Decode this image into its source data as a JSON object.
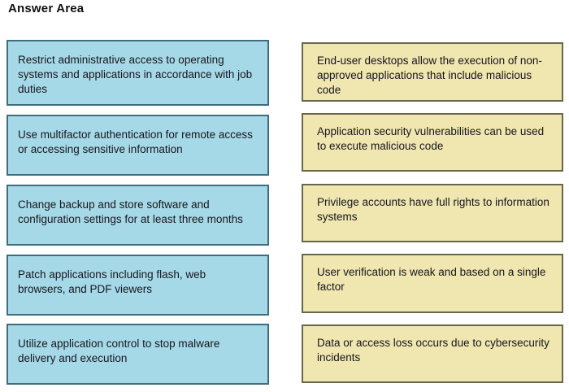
{
  "title": "Answer Area",
  "left_column": {
    "items": [
      "Restrict administrative access to operating systems and applications in accordance with job duties",
      "Use multifactor authentication for remote access or accessing sensitive information",
      "Change backup and store software and configuration settings for at least three months",
      "Patch applications including flash, web browsers, and PDF viewers",
      "Utilize application control to stop malware delivery and execution"
    ]
  },
  "right_column": {
    "items": [
      "End-user desktops allow the execution of non-approved applications that include malicious code",
      "Application security vulnerabilities can be used to execute malicious code",
      "Privilege accounts have full rights to information systems",
      "User verification is weak and based on a single factor",
      "Data or access loss occurs due to cybersecurity incidents"
    ]
  },
  "colors": {
    "left_fill": "#a6d9e7",
    "left_border": "#3e6e7e",
    "right_fill": "#efe6b0",
    "right_border": "#67674b"
  }
}
